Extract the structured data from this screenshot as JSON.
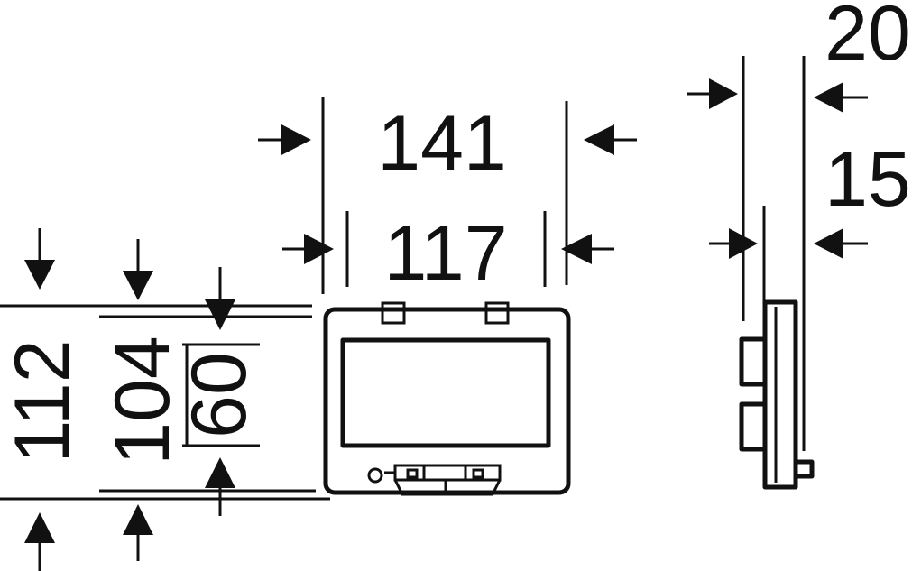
{
  "dimensions": {
    "front_outer_width": "141",
    "front_inner_width": "117",
    "front_outer_height": "112",
    "front_inner_height": "104",
    "window_height": "60",
    "side_total_depth": "20",
    "side_body_depth": "15"
  },
  "colors": {
    "ink": "#111111",
    "background": "#ffffff"
  }
}
